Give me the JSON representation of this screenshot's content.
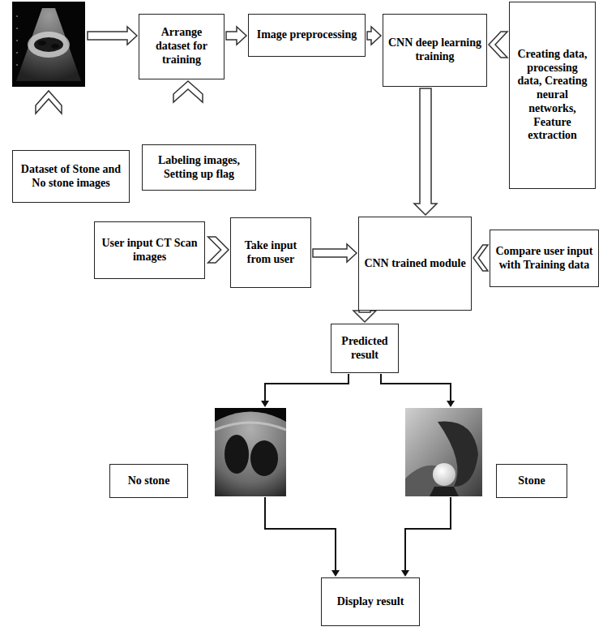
{
  "diagram": {
    "nodes": [
      {
        "text": [
          "Arrange dataset for training"
        ]
      },
      {
        "text": [
          "Image preprocessing"
        ]
      },
      {
        "text": [
          "CNN deep learning training"
        ]
      },
      {
        "text": [
          "Creating data, processing data, Creating neural networks, Feature extraction"
        ]
      },
      {
        "text": [
          "Dataset of Stone and No stone images"
        ]
      },
      {
        "text": [
          "Labeling images, Setting up flag"
        ]
      },
      {
        "text": [
          "User input CT Scan images"
        ]
      },
      {
        "text": [
          "Take input from user"
        ]
      },
      {
        "text": [
          "CNN trained module"
        ]
      },
      {
        "text": [
          "Compare user input with Training data"
        ]
      },
      {
        "text": [
          "Predicted result"
        ]
      },
      {
        "text": [
          "No stone"
        ]
      },
      {
        "text": [
          "Stone"
        ]
      },
      {
        "text": [
          "Display result"
        ]
      }
    ],
    "edges": [
      {
        "from": 0,
        "to": 1,
        "arrow": "to"
      },
      {
        "from": 1,
        "to": 2,
        "arrow": "to"
      },
      {
        "from": 3,
        "to": 2,
        "arrow": "to"
      },
      {
        "from": 5,
        "to": 0,
        "arrow": "to"
      },
      {
        "from": 2,
        "to": 8,
        "arrow": "to"
      },
      {
        "from": 6,
        "to": 7,
        "arrow": "to"
      },
      {
        "from": 7,
        "to": 8,
        "arrow": "to"
      },
      {
        "from": 9,
        "to": 8,
        "arrow": "to"
      },
      {
        "from": 8,
        "to": 10,
        "arrow": "to"
      }
    ]
  }
}
